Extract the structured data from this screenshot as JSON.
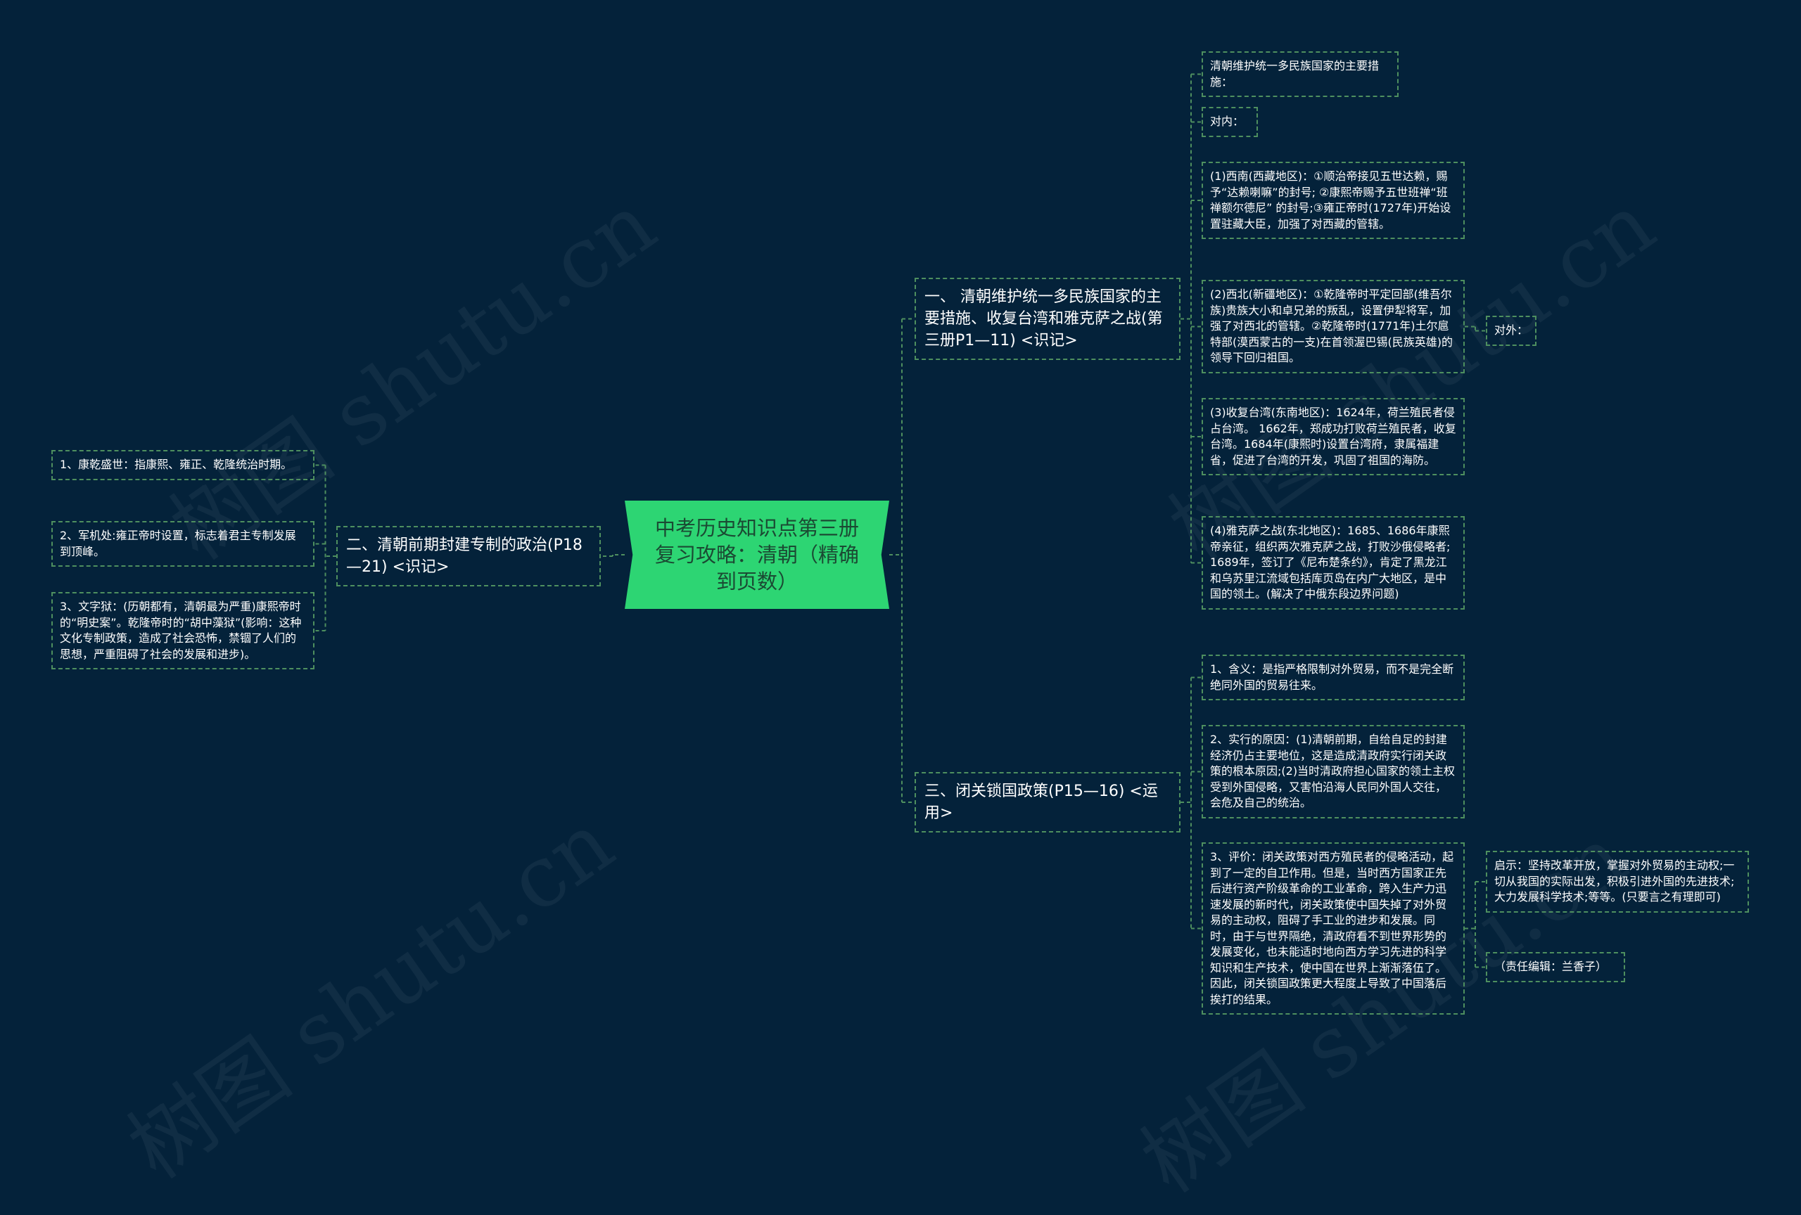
{
  "watermark": "树图 shutu.cn",
  "root": {
    "text": "中考历史知识点第三册复习攻略：清朝（精确到页数）"
  },
  "branches": {
    "b1": {
      "text": "一、 清朝维护统一多民族国家的主要措施、收复台湾和雅克萨之战(第三册P1—11) <识记>"
    },
    "b2": {
      "text": "二、清朝前期封建专制的政治(P18—21) <识记>"
    },
    "b3": {
      "text": "三、闭关锁国政策(P15—16) <运用>"
    }
  },
  "b1_children": [
    {
      "text": "清朝维护统一多民族国家的主要措施："
    },
    {
      "text": "对内："
    },
    {
      "text": "(1)西南(西藏地区)：①顺治帝接见五世达赖，赐予“达赖喇嘛”的封号; ②康熙帝赐予五世班禅“班禅额尔德尼” 的封号;③雍正帝时(1727年)开始设置驻藏大臣，加强了对西藏的管辖。"
    },
    {
      "text": "(2)西北(新疆地区)：①乾隆帝时平定回部(维吾尔族)贵族大小和卓兄弟的叛乱，设置伊犁将军，加强了对西北的管辖。②乾隆帝时(1771年)土尔扈特部(漠西蒙古的一支)在首领渥巴锡(民族英雄)的领导下回归祖国。"
    },
    {
      "text": "(3)收复台湾(东南地区)：1624年，荷兰殖民者侵占台湾。 1662年，郑成功打败荷兰殖民者，收复台湾。1684年(康熙时)设置台湾府，隶属福建省，促进了台湾的开发，巩固了祖国的海防。"
    },
    {
      "text": "(4)雅克萨之战(东北地区)：1685、1686年康熙帝亲征，组织两次雅克萨之战，打败沙俄侵略者;1689年，签订了《尼布楚条约》，肯定了黑龙江和乌苏里江流域包括库页岛在内广大地区，是中国的领土。(解决了中俄东段边界问题)"
    }
  ],
  "b1_side": {
    "text": "对外："
  },
  "b2_children": [
    {
      "text": "1、康乾盛世：指康熙、雍正、乾隆统治时期。"
    },
    {
      "text": "2、军机处:雍正帝时设置，标志着君主专制发展到顶峰。"
    },
    {
      "text": "3、文字狱：(历朝都有，清朝最为严重)康熙帝时的“明史案”。乾隆帝时的“胡中藻狱”(影响：这种文化专制政策，造成了社会恐怖，禁锢了人们的思想，严重阻碍了社会的发展和进步)。"
    }
  ],
  "b3_children": [
    {
      "text": "1、含义：是指严格限制对外贸易，而不是完全断绝同外国的贸易往来。"
    },
    {
      "text": "2、实行的原因：(1)清朝前期，自给自足的封建经济仍占主要地位，这是造成清政府实行闭关政策的根本原因;(2)当时清政府担心国家的领土主权受到外国侵略，又害怕沿海人民同外国人交往，会危及自己的统治。"
    },
    {
      "text": "3、评价：闭关政策对西方殖民者的侵略活动，起到了一定的自卫作用。但是，当时西方国家正先后进行资产阶级革命的工业革命，跨入生产力迅速发展的新时代，闭关政策使中国失掉了对外贸易的主动权，阻碍了手工业的进步和发展。同时，由于与世界隔绝，清政府看不到世界形势的发展变化，也未能适时地向西方学习先进的科学知识和生产技术，使中国在世界上渐渐落伍了。因此，闭关锁国政策更大程度上导致了中国落后挨打的结果。"
    }
  ],
  "b3_side": [
    {
      "text": "启示：坚持改革开放，掌握对外贸易的主动权;一切从我国的实际出发，积极引进外国的先进技术;大力发展科学技术;等等。(只要言之有理即可)"
    },
    {
      "text": "（责任编辑：兰香子）"
    }
  ],
  "colors": {
    "background": "#04223a",
    "root": "#2dd573",
    "line": "#4e8f5f"
  }
}
